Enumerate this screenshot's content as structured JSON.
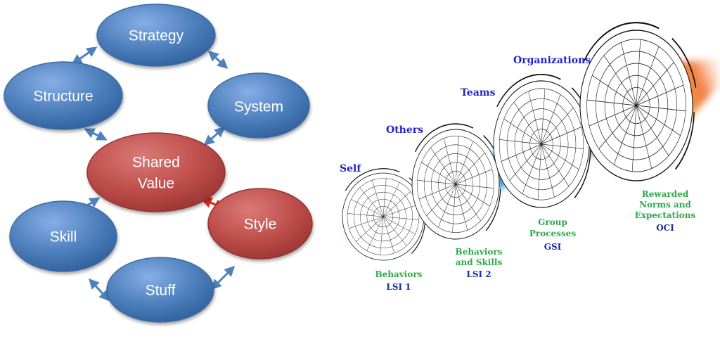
{
  "left_diagram": {
    "nodes": [
      {
        "id": "strategy",
        "label": "Strategy",
        "fill": "#4f81bd"
      },
      {
        "id": "structure",
        "label": "Structure",
        "fill": "#4f81bd"
      },
      {
        "id": "system",
        "label": "System",
        "fill": "#4f81bd"
      },
      {
        "id": "shared_value",
        "label_line1": "Shared",
        "label_line2": "Value",
        "fill": "#c0504d"
      },
      {
        "id": "style",
        "label": "Style",
        "fill": "#c0504d"
      },
      {
        "id": "skill",
        "label": "Skill",
        "fill": "#4f81bd"
      },
      {
        "id": "stuff",
        "label": "Stuff",
        "fill": "#4f81bd"
      }
    ],
    "arrow_color": "#4f81bd",
    "highlight_arrow_color": "#e52b1c"
  },
  "right_diagram": {
    "stages": [
      {
        "title": "Self",
        "caption_line1": "Behaviors",
        "caption_line2": "",
        "code": "LSI 1"
      },
      {
        "title": "Others",
        "caption_line1": "Behaviors",
        "caption_line2": "and Skills",
        "code": "LSI 2"
      },
      {
        "title": "Teams",
        "caption_line1": "Group",
        "caption_line2": "Processes",
        "code": "GSI"
      },
      {
        "title": "Organizations",
        "caption_line1": "Rewarded",
        "caption_line2": "Norms and",
        "caption_line3": "Expectations",
        "code": "OCI"
      }
    ]
  }
}
